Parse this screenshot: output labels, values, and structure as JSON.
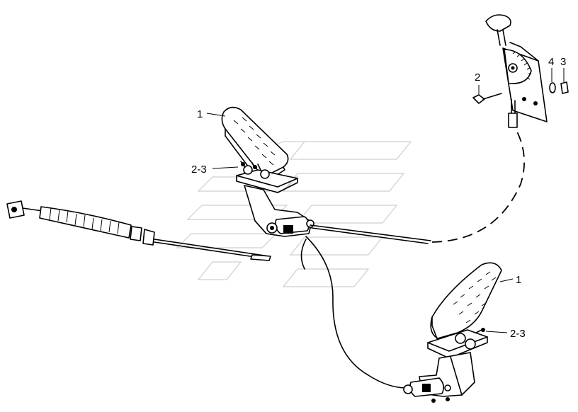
{
  "diagram": {
    "callouts": {
      "pedal_upper": "1",
      "bolt_upper": "2-3",
      "pedal_lower": "1",
      "bolt_lower": "2-3",
      "bolt_lever": "2",
      "washer_lever": "4",
      "nut_lever": "3"
    },
    "icons": {
      "watermark": "company-logo-watermark",
      "pedal": "accelerator-pedal-icon",
      "lever": "hand-throttle-lever-icon",
      "cable": "throttle-cable-icon"
    }
  }
}
